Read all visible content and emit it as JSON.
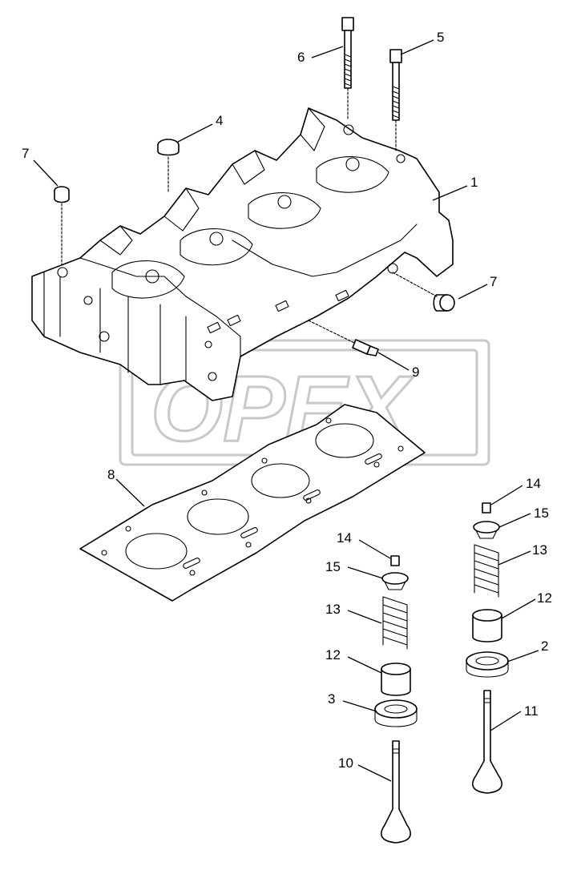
{
  "diagram": {
    "watermark": "OPEX",
    "callouts": [
      {
        "id": "c1",
        "label": "1"
      },
      {
        "id": "c2",
        "label": "2"
      },
      {
        "id": "c3",
        "label": "3"
      },
      {
        "id": "c4",
        "label": "4"
      },
      {
        "id": "c5",
        "label": "5"
      },
      {
        "id": "c6",
        "label": "6"
      },
      {
        "id": "c7a",
        "label": "7"
      },
      {
        "id": "c7b",
        "label": "7"
      },
      {
        "id": "c8",
        "label": "8"
      },
      {
        "id": "c9",
        "label": "9"
      },
      {
        "id": "c10",
        "label": "10"
      },
      {
        "id": "c11",
        "label": "11"
      },
      {
        "id": "c12a",
        "label": "12"
      },
      {
        "id": "c12b",
        "label": "12"
      },
      {
        "id": "c13a",
        "label": "13"
      },
      {
        "id": "c13b",
        "label": "13"
      },
      {
        "id": "c14a",
        "label": "14"
      },
      {
        "id": "c14b",
        "label": "14"
      },
      {
        "id": "c15a",
        "label": "15"
      },
      {
        "id": "c15b",
        "label": "15"
      }
    ]
  }
}
